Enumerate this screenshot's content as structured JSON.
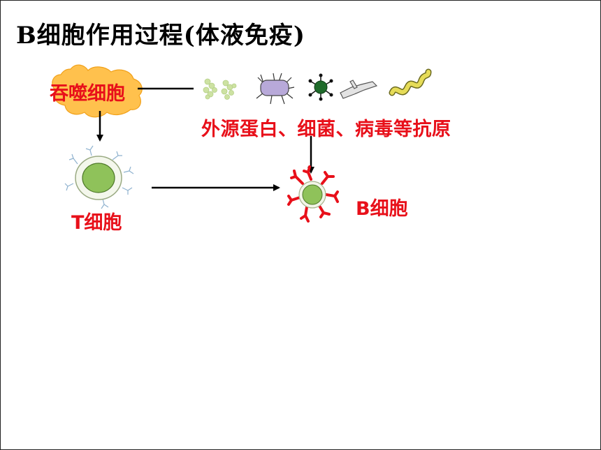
{
  "title": "B细胞作用过程(体液免疫)",
  "labels": {
    "phagocyte": "吞噬细胞",
    "antigens": "外源蛋白、细菌、病毒等抗原",
    "t_cell": "T细胞",
    "b_cell": "B细胞"
  },
  "colors": {
    "label_red": "#e8101a",
    "phagocyte_fill": "#ffc14d",
    "cell_green": "#8fc25a",
    "antibody_red": "#e8101a"
  },
  "icons": [
    "phagocyte-icon",
    "protein-cluster-icon",
    "bacterium-icon",
    "virus-icon",
    "bacillus-icon",
    "spirillum-icon",
    "t-cell-icon",
    "b-cell-icon"
  ]
}
